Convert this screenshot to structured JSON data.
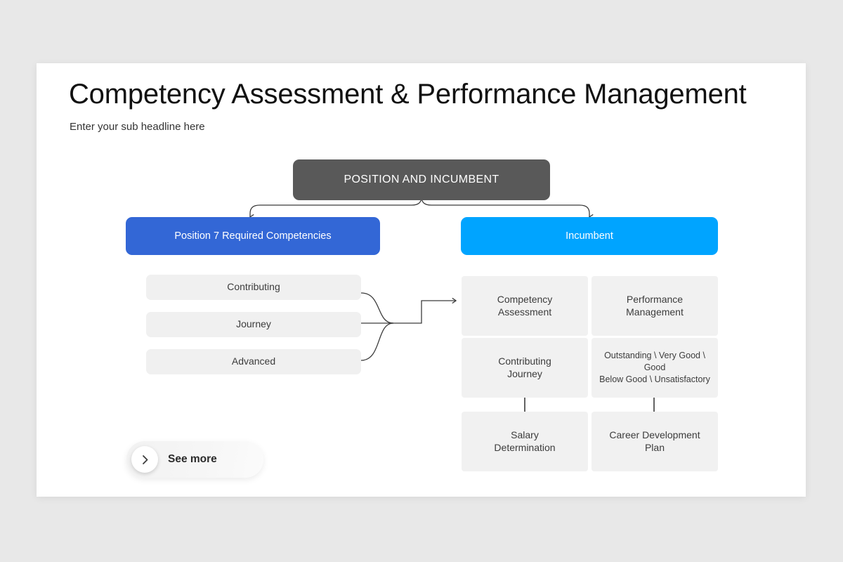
{
  "slide": {
    "title": "Competency Assessment & Performance Management",
    "subtitle": "Enter your sub headline here"
  },
  "colors": {
    "page_background": "#e8e8e8",
    "slide_background": "#ffffff",
    "root_node": "#595959",
    "blue_dark": "#3367d6",
    "blue_light": "#00a4ff",
    "grey_pill": "#f0f0f0",
    "grey_card": "#f1f1f1",
    "connector": "#3c3c3c"
  },
  "diagram": {
    "root": {
      "label": "POSITION AND INCUMBENT"
    },
    "branches": [
      {
        "label": "Position 7 Required Competencies",
        "color": "#3367d6"
      },
      {
        "label": "Incumbent",
        "color": "#00a4ff"
      }
    ],
    "competency_levels": [
      {
        "label": "Contributing"
      },
      {
        "label": "Journey"
      },
      {
        "label": "Advanced"
      }
    ],
    "incumbent_grid": {
      "columns": [
        {
          "cells": [
            {
              "label": "Competency\nAssessment",
              "lines": [
                "Competency",
                "Assessment"
              ]
            },
            {
              "label": "Contributing\nJourney",
              "lines": [
                "Contributing",
                "Journey"
              ]
            },
            {
              "label": "Salary\nDetermination",
              "lines": [
                "Salary",
                "Determination"
              ]
            }
          ]
        },
        {
          "cells": [
            {
              "label": "Performance\nManagement",
              "lines": [
                "Performance",
                "Management"
              ]
            },
            {
              "label": "Outstanding \\ Very Good \\ Good Below Good \\ Unsatisfactory",
              "lines": [
                "Outstanding \\ Very Good \\",
                "Good",
                "Below Good \\ Unsatisfactory"
              ]
            },
            {
              "label": "Career Development\nPlan",
              "lines": [
                "Career  Development",
                "Plan"
              ]
            }
          ]
        }
      ]
    }
  },
  "see_more": {
    "label": "See more",
    "icon": "chevron-right-icon"
  }
}
